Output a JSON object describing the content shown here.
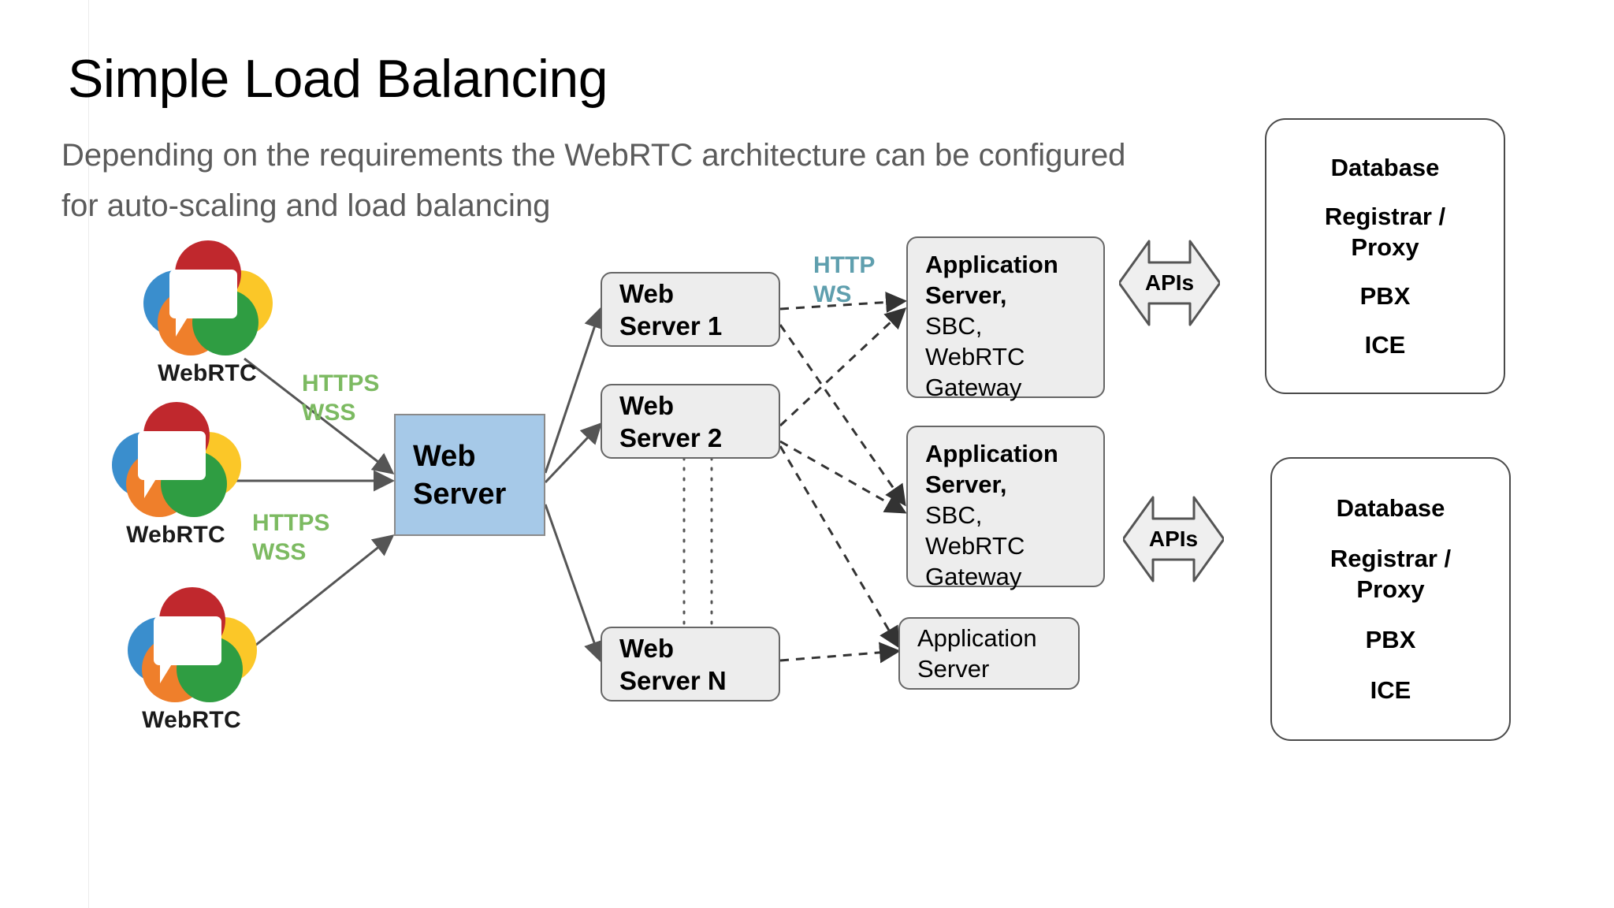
{
  "slide": {
    "title": "Simple Load Balancing",
    "subtitle": "Depending on the requirements the WebRTC architecture can be configured for auto-scaling and load balancing"
  },
  "colors": {
    "load_balancer_fill": "#a6c9e8",
    "node_fill": "#ededed",
    "node_border": "#666666",
    "database_border": "#4a4a4a",
    "https_label": "#7cba61",
    "http_label": "#5f9fae",
    "title_text": "#000000",
    "subtitle_text": "#5b5b5b",
    "logo_red": "#c0282d",
    "logo_blue": "#3a8ecd",
    "logo_yellow": "#fbc728",
    "logo_orange": "#ef7f2b",
    "logo_green": "#2f9d42"
  },
  "clients": [
    {
      "label": "WebRTC"
    },
    {
      "label": "WebRTC"
    },
    {
      "label": "WebRTC"
    }
  ],
  "edge_labels": {
    "https_top": "HTTPS\nWSS",
    "https_bottom": "HTTPS\nWSS",
    "http_ws": "HTTP\nWS"
  },
  "load_balancer": {
    "line1": "Web",
    "line2": "Server"
  },
  "web_servers": [
    {
      "line1": "Web",
      "line2": "Server 1"
    },
    {
      "line1": "Web",
      "line2": "Server 2"
    },
    {
      "line1": "Web",
      "line2": "Server N"
    }
  ],
  "app_servers": [
    {
      "lines": [
        {
          "text": "Application",
          "bold": true
        },
        {
          "text": "Server,",
          "bold": true
        },
        {
          "text": "SBC,",
          "bold": false
        },
        {
          "text": "WebRTC",
          "bold": false
        },
        {
          "text": "Gateway",
          "bold": false
        }
      ]
    },
    {
      "lines": [
        {
          "text": "Application",
          "bold": true
        },
        {
          "text": "Server,",
          "bold": true
        },
        {
          "text": "SBC,",
          "bold": false
        },
        {
          "text": "WebRTC",
          "bold": false
        },
        {
          "text": "Gateway",
          "bold": false
        }
      ]
    },
    {
      "lines": [
        {
          "text": "Application",
          "bold": false
        },
        {
          "text": "Server",
          "bold": false
        }
      ]
    }
  ],
  "api_arrows": [
    {
      "label": "APIs"
    },
    {
      "label": "APIs"
    }
  ],
  "databases": [
    {
      "lines": [
        "Database",
        "Registrar /",
        "Proxy",
        "PBX",
        "ICE"
      ]
    },
    {
      "lines": [
        "Database",
        "Registrar /",
        "Proxy",
        "PBX",
        "ICE"
      ]
    }
  ]
}
